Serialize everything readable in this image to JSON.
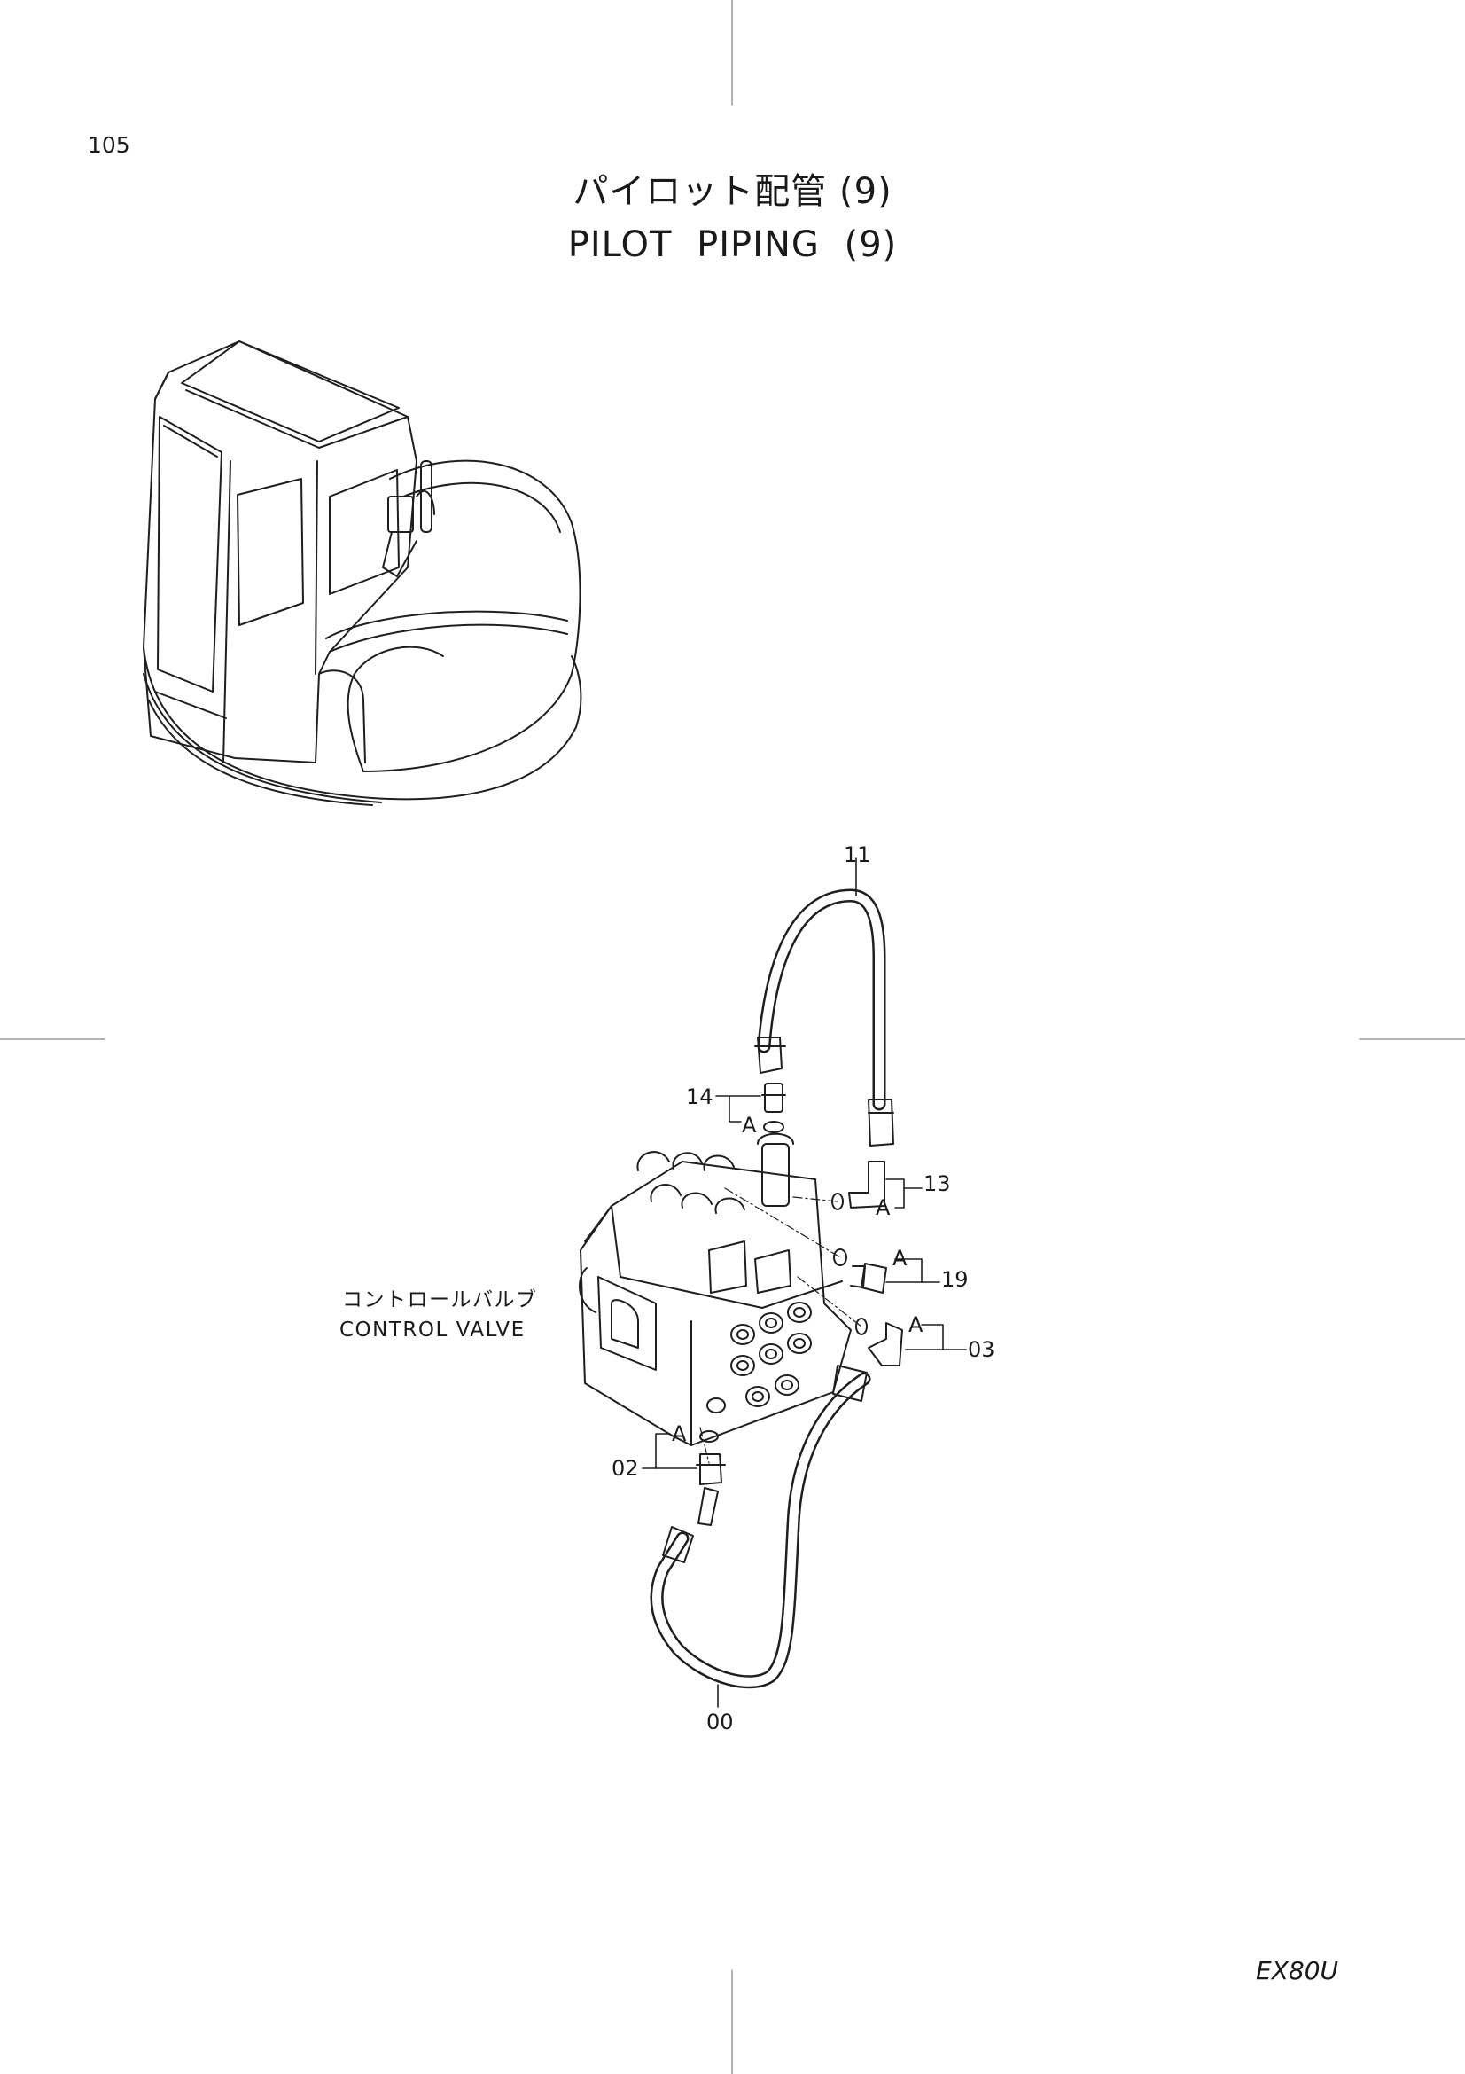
{
  "page_number": "105",
  "title_ja": "パイロット配管 (9)",
  "title_en": "PILOT PIPING (9)",
  "model_code": "EX80U",
  "component_label_ja": "コントロールバルブ",
  "component_label_en": "CONTROL VALVE",
  "callouts": {
    "c11": "11",
    "c14": "14",
    "c13": "13",
    "c19": "19",
    "c03": "03",
    "c02": "02",
    "c00": "00"
  },
  "ref_marks": {
    "a14": "A",
    "a13": "A",
    "a19": "A",
    "a03": "A",
    "a02": "A"
  }
}
